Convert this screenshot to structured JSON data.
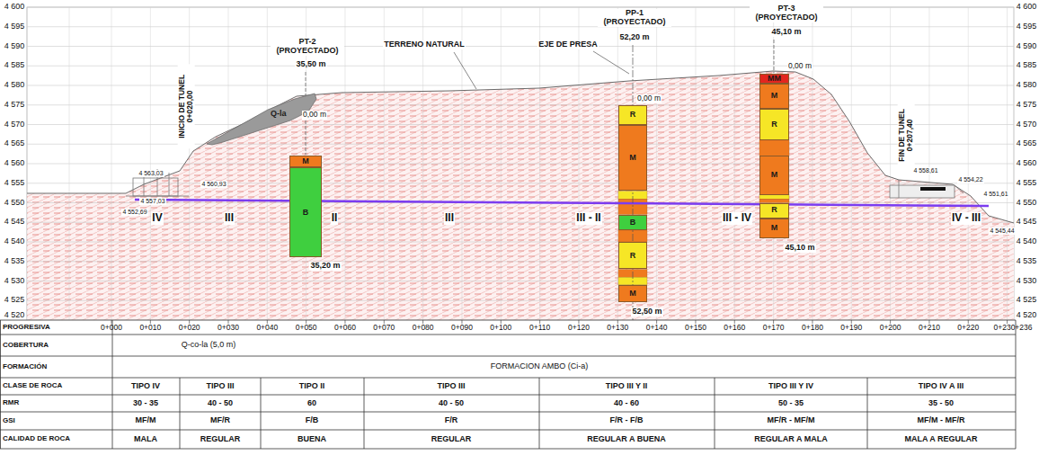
{
  "diagram": {
    "nodes": [
      {
        "text": [
          "Q-la"
        ]
      },
      {
        "text": [
          "M"
        ]
      },
      {
        "text": [
          "B"
        ]
      },
      {
        "text": [
          "R"
        ]
      },
      {
        "text": [
          "M"
        ]
      },
      {
        "text": [
          "B"
        ]
      },
      {
        "text": [
          "R"
        ]
      },
      {
        "text": [
          "M"
        ]
      },
      {
        "text": [
          "MM"
        ]
      },
      {
        "text": [
          "M"
        ]
      },
      {
        "text": [
          "R"
        ]
      },
      {
        "text": [
          "M"
        ]
      },
      {
        "text": [
          "R"
        ]
      },
      {
        "text": [
          "M"
        ]
      }
    ],
    "labels": [
      "4 600",
      "4 595",
      "4 590",
      "4 585",
      "4 580",
      "4 575",
      "4 570",
      "4 565",
      "4 560",
      "4 555",
      "4 550",
      "4 545",
      "4 540",
      "4 535",
      "4 530",
      "4 525",
      "4 520",
      "4 600",
      "4 595",
      "4 590",
      "4 585",
      "4 580",
      "4 575",
      "4 570",
      "4 565",
      "4 560",
      "4 555",
      "4 550",
      "4 545",
      "4 540",
      "4 535",
      "4 530",
      "4 525",
      "4 520",
      "INICIO DE TUNEL 0+020,00",
      "FIN DE TUNEL 0+207,40",
      "PT-2 (PROYECTADO)",
      "35,50 m",
      "0,00 m",
      "35,20 m",
      "TERRENO NATURAL",
      "EJE DE PRESA",
      "PP-1 (PROYECTADO)",
      "52,20 m",
      "0,00 m",
      "52,50 m",
      "PT-3 (PROYECTADO)",
      "45,10 m",
      "0,00 m",
      "45,10 m",
      "4 563,03",
      "4 560,93",
      "4 557,03",
      "4 552,69",
      "4 558,61",
      "4 554,22",
      "4 551,61",
      "4 545,44",
      "IV",
      "III",
      "II",
      "III",
      "III - II",
      "III - IV",
      "IV - III",
      "PROGRESIVA",
      "COBERTURA",
      "FORMACIÓN",
      "CLASE DE ROCA",
      "RMR",
      "GSI",
      "CALIDAD DE ROCA",
      "0+000",
      "0+010",
      "0+020",
      "0+030",
      "0+040",
      "0+050",
      "0+060",
      "0+070",
      "0+080",
      "0+090",
      "0+100",
      "0+110",
      "0+120",
      "0+130",
      "0+140",
      "0+150",
      "0+160",
      "0+170",
      "0+180",
      "0+190",
      "0+200",
      "0+210",
      "0+220",
      "0+230+236",
      "Q-co-la (5,0 m)",
      "FORMACION AMBO (Ci-a)",
      "TIPO IV",
      "TIPO III",
      "TIPO II",
      "TIPO III",
      "TIPO III Y II",
      "TIPO III Y IV",
      "TIPO IV A III",
      "30 - 35",
      "40 - 50",
      "60",
      "40 - 50",
      "40 - 60",
      "50 - 35",
      "35 - 50",
      "MF/M",
      "MF/R",
      "F/B",
      "F/R",
      "F/R - F/B",
      "MF/R - MF/M",
      "MF/M - MF/R",
      "MALA",
      "REGULAR",
      "BUENA",
      "REGULAR",
      "REGULAR A BUENA",
      "REGULAR A MALA",
      "MALA A REGULAR"
    ]
  }
}
